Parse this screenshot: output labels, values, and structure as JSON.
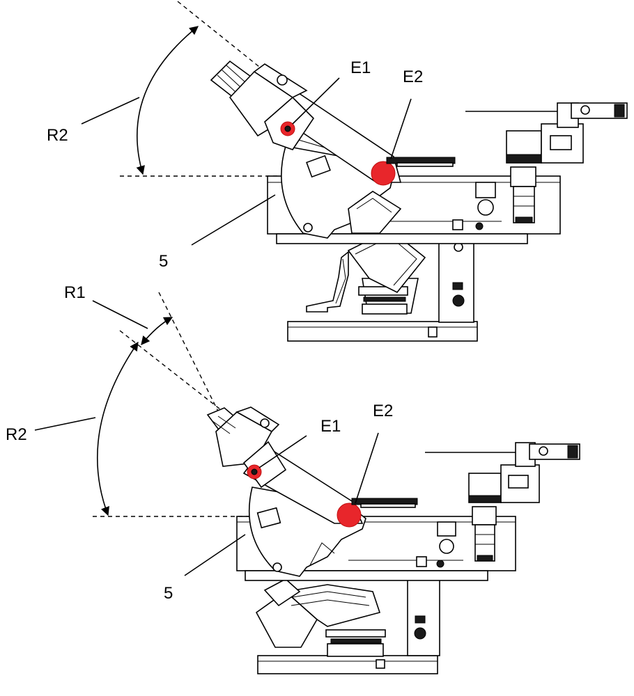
{
  "labels": {
    "top": {
      "r2": "R2",
      "e1": "E1",
      "e2": "E2",
      "part": "5"
    },
    "bottom": {
      "r1": "R1",
      "r2": "R2",
      "e1": "E1",
      "e2": "E2",
      "part": "5"
    }
  },
  "colors": {
    "joint_marker": "#e8262b",
    "line": "#000000",
    "background": "#ffffff"
  }
}
